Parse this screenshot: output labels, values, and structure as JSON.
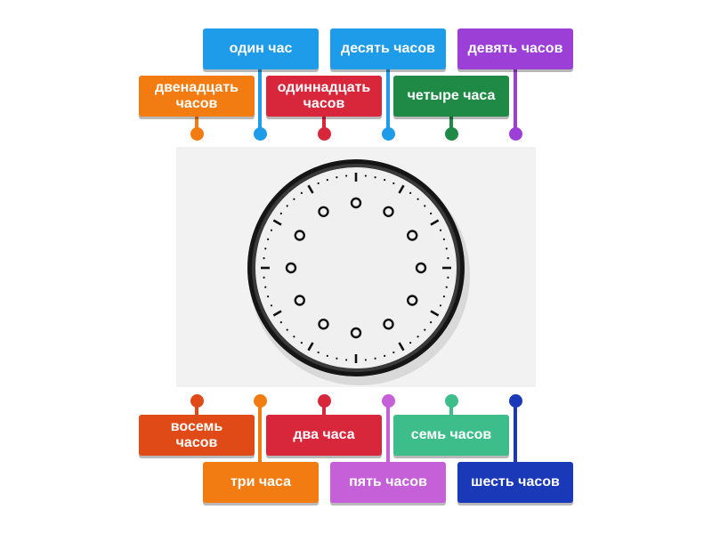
{
  "top_labels": [
    {
      "id": "twelve",
      "text": "двенадцать\nчасов",
      "color": "#f37c12"
    },
    {
      "id": "one",
      "text": "один час",
      "color": "#1e9be9"
    },
    {
      "id": "eleven",
      "text": "одиннадцать\nчасов",
      "color": "#d8263b"
    },
    {
      "id": "ten",
      "text": "десять часов",
      "color": "#1e9be9"
    },
    {
      "id": "four",
      "text": "четыре часа",
      "color": "#1e8a45"
    },
    {
      "id": "nine",
      "text": "девять часов",
      "color": "#9b3fd6"
    }
  ],
  "bottom_labels": [
    {
      "id": "eight",
      "text": "восемь\nчасов",
      "color": "#e04a16"
    },
    {
      "id": "three",
      "text": "три часа",
      "color": "#f37c12"
    },
    {
      "id": "two",
      "text": "два часа",
      "color": "#d8263b"
    },
    {
      "id": "five",
      "text": "пять часов",
      "color": "#c660d8"
    },
    {
      "id": "seven",
      "text": "семь часов",
      "color": "#3dbd8a"
    },
    {
      "id": "six",
      "text": "шесть часов",
      "color": "#1a39b8"
    }
  ],
  "clock": {
    "face_color": "#f0f0f0",
    "rim_color": "#151515",
    "mark_color": "#111111",
    "drop_targets": 12
  }
}
